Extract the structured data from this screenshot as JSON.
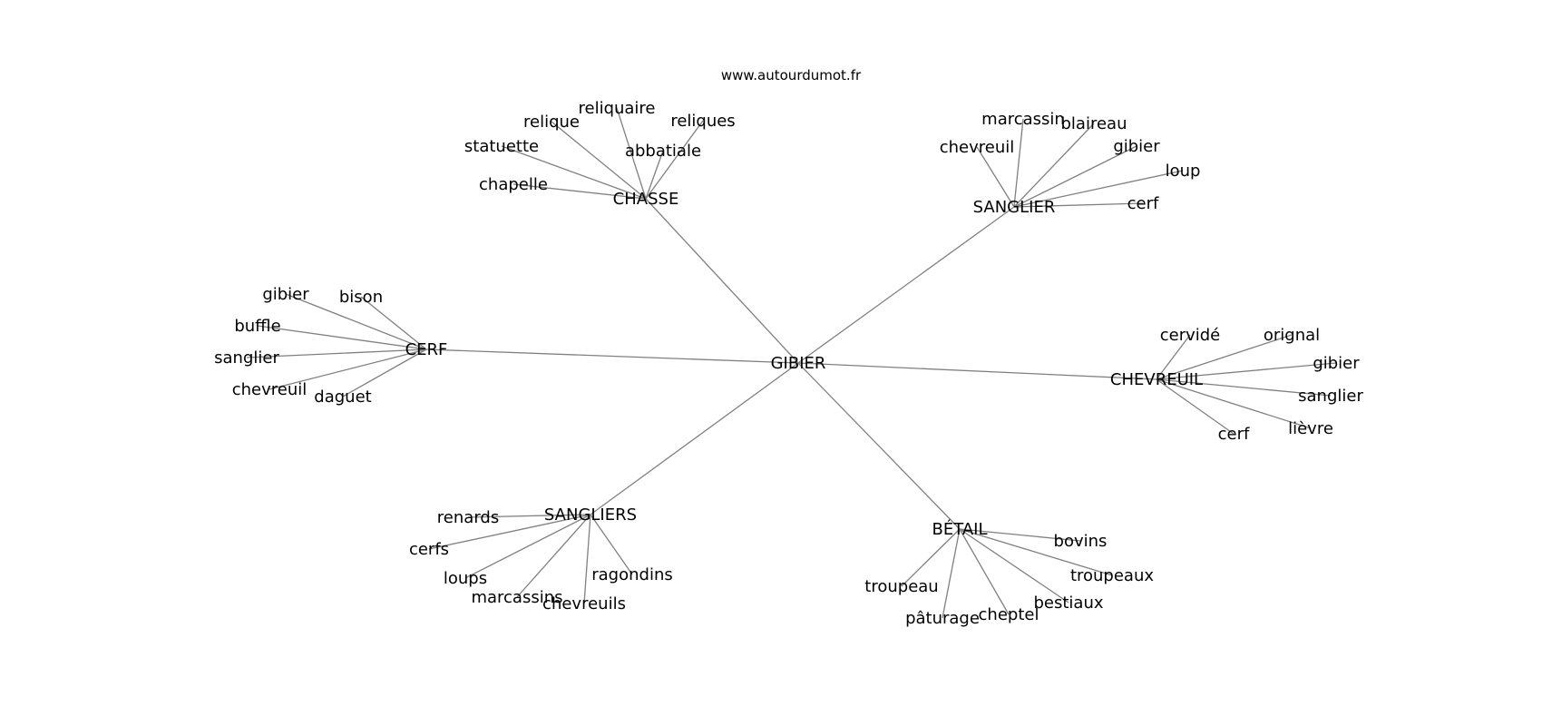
{
  "watermark": "www.autourdumot.fr",
  "graph": {
    "root": "GIBIER",
    "branches": [
      {
        "label": "CHASSE",
        "leaves": [
          "reliquaire",
          "relique",
          "reliques",
          "statuette",
          "abbatiale",
          "chapelle"
        ]
      },
      {
        "label": "SANGLIER",
        "leaves": [
          "marcassin",
          "blaireau",
          "chevreuil",
          "gibier",
          "loup",
          "cerf"
        ]
      },
      {
        "label": "CERF",
        "leaves": [
          "gibier",
          "bison",
          "buffle",
          "sanglier",
          "chevreuil",
          "daguet"
        ]
      },
      {
        "label": "CHEVREUIL",
        "leaves": [
          "cervidé",
          "orignal",
          "gibier",
          "sanglier",
          "lièvre",
          "cerf"
        ]
      },
      {
        "label": "SANGLIERS",
        "leaves": [
          "renards",
          "cerfs",
          "loups",
          "marcassins",
          "chevreuils",
          "ragondins"
        ]
      },
      {
        "label": "BÉTAIL",
        "leaves": [
          "bovins",
          "troupeaux",
          "troupeau",
          "bestiaux",
          "pâturage",
          "cheptel"
        ]
      }
    ]
  }
}
